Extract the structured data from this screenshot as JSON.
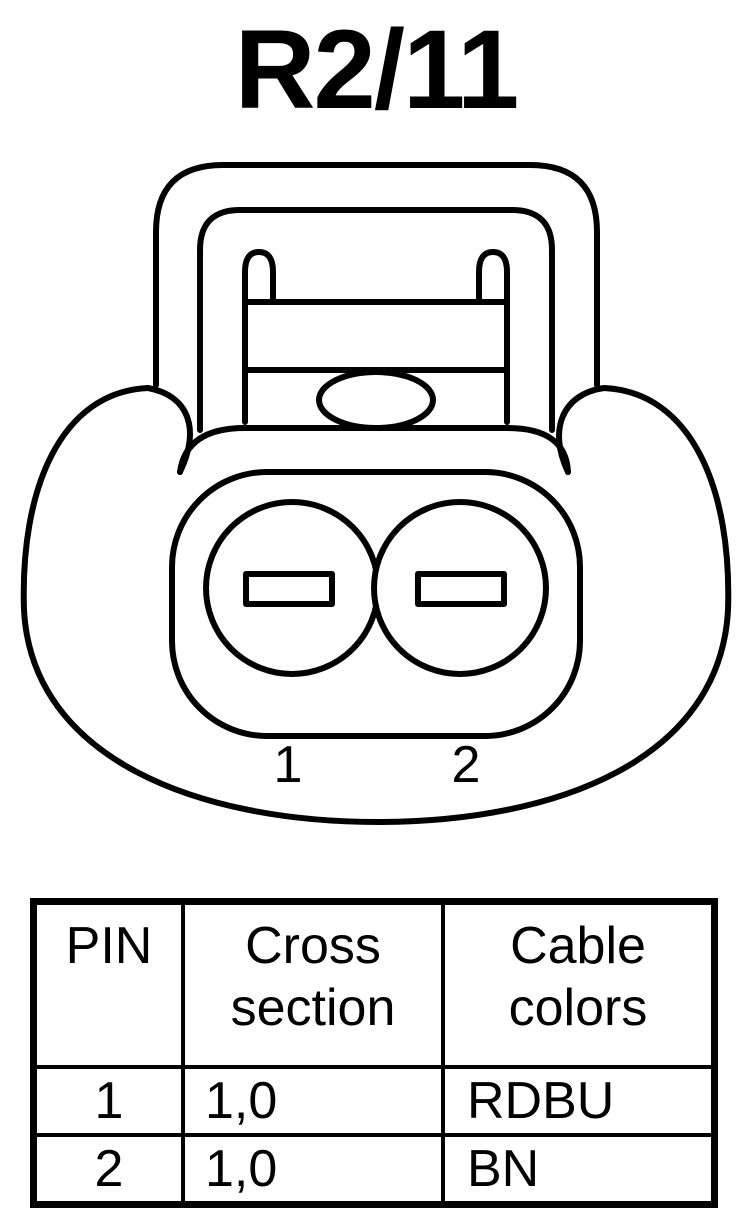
{
  "title": "R2/11",
  "connector": {
    "pin_labels": [
      "1",
      "2"
    ]
  },
  "table": {
    "headers": {
      "pin": "PIN",
      "cross_section": [
        "Cross",
        "section"
      ],
      "cable_colors": [
        "Cable",
        "colors"
      ]
    },
    "rows": [
      {
        "pin": "1",
        "cross_section": "1,0",
        "cable_color": "RDBU"
      },
      {
        "pin": "2",
        "cross_section": "1,0",
        "cable_color": "BN"
      }
    ]
  }
}
